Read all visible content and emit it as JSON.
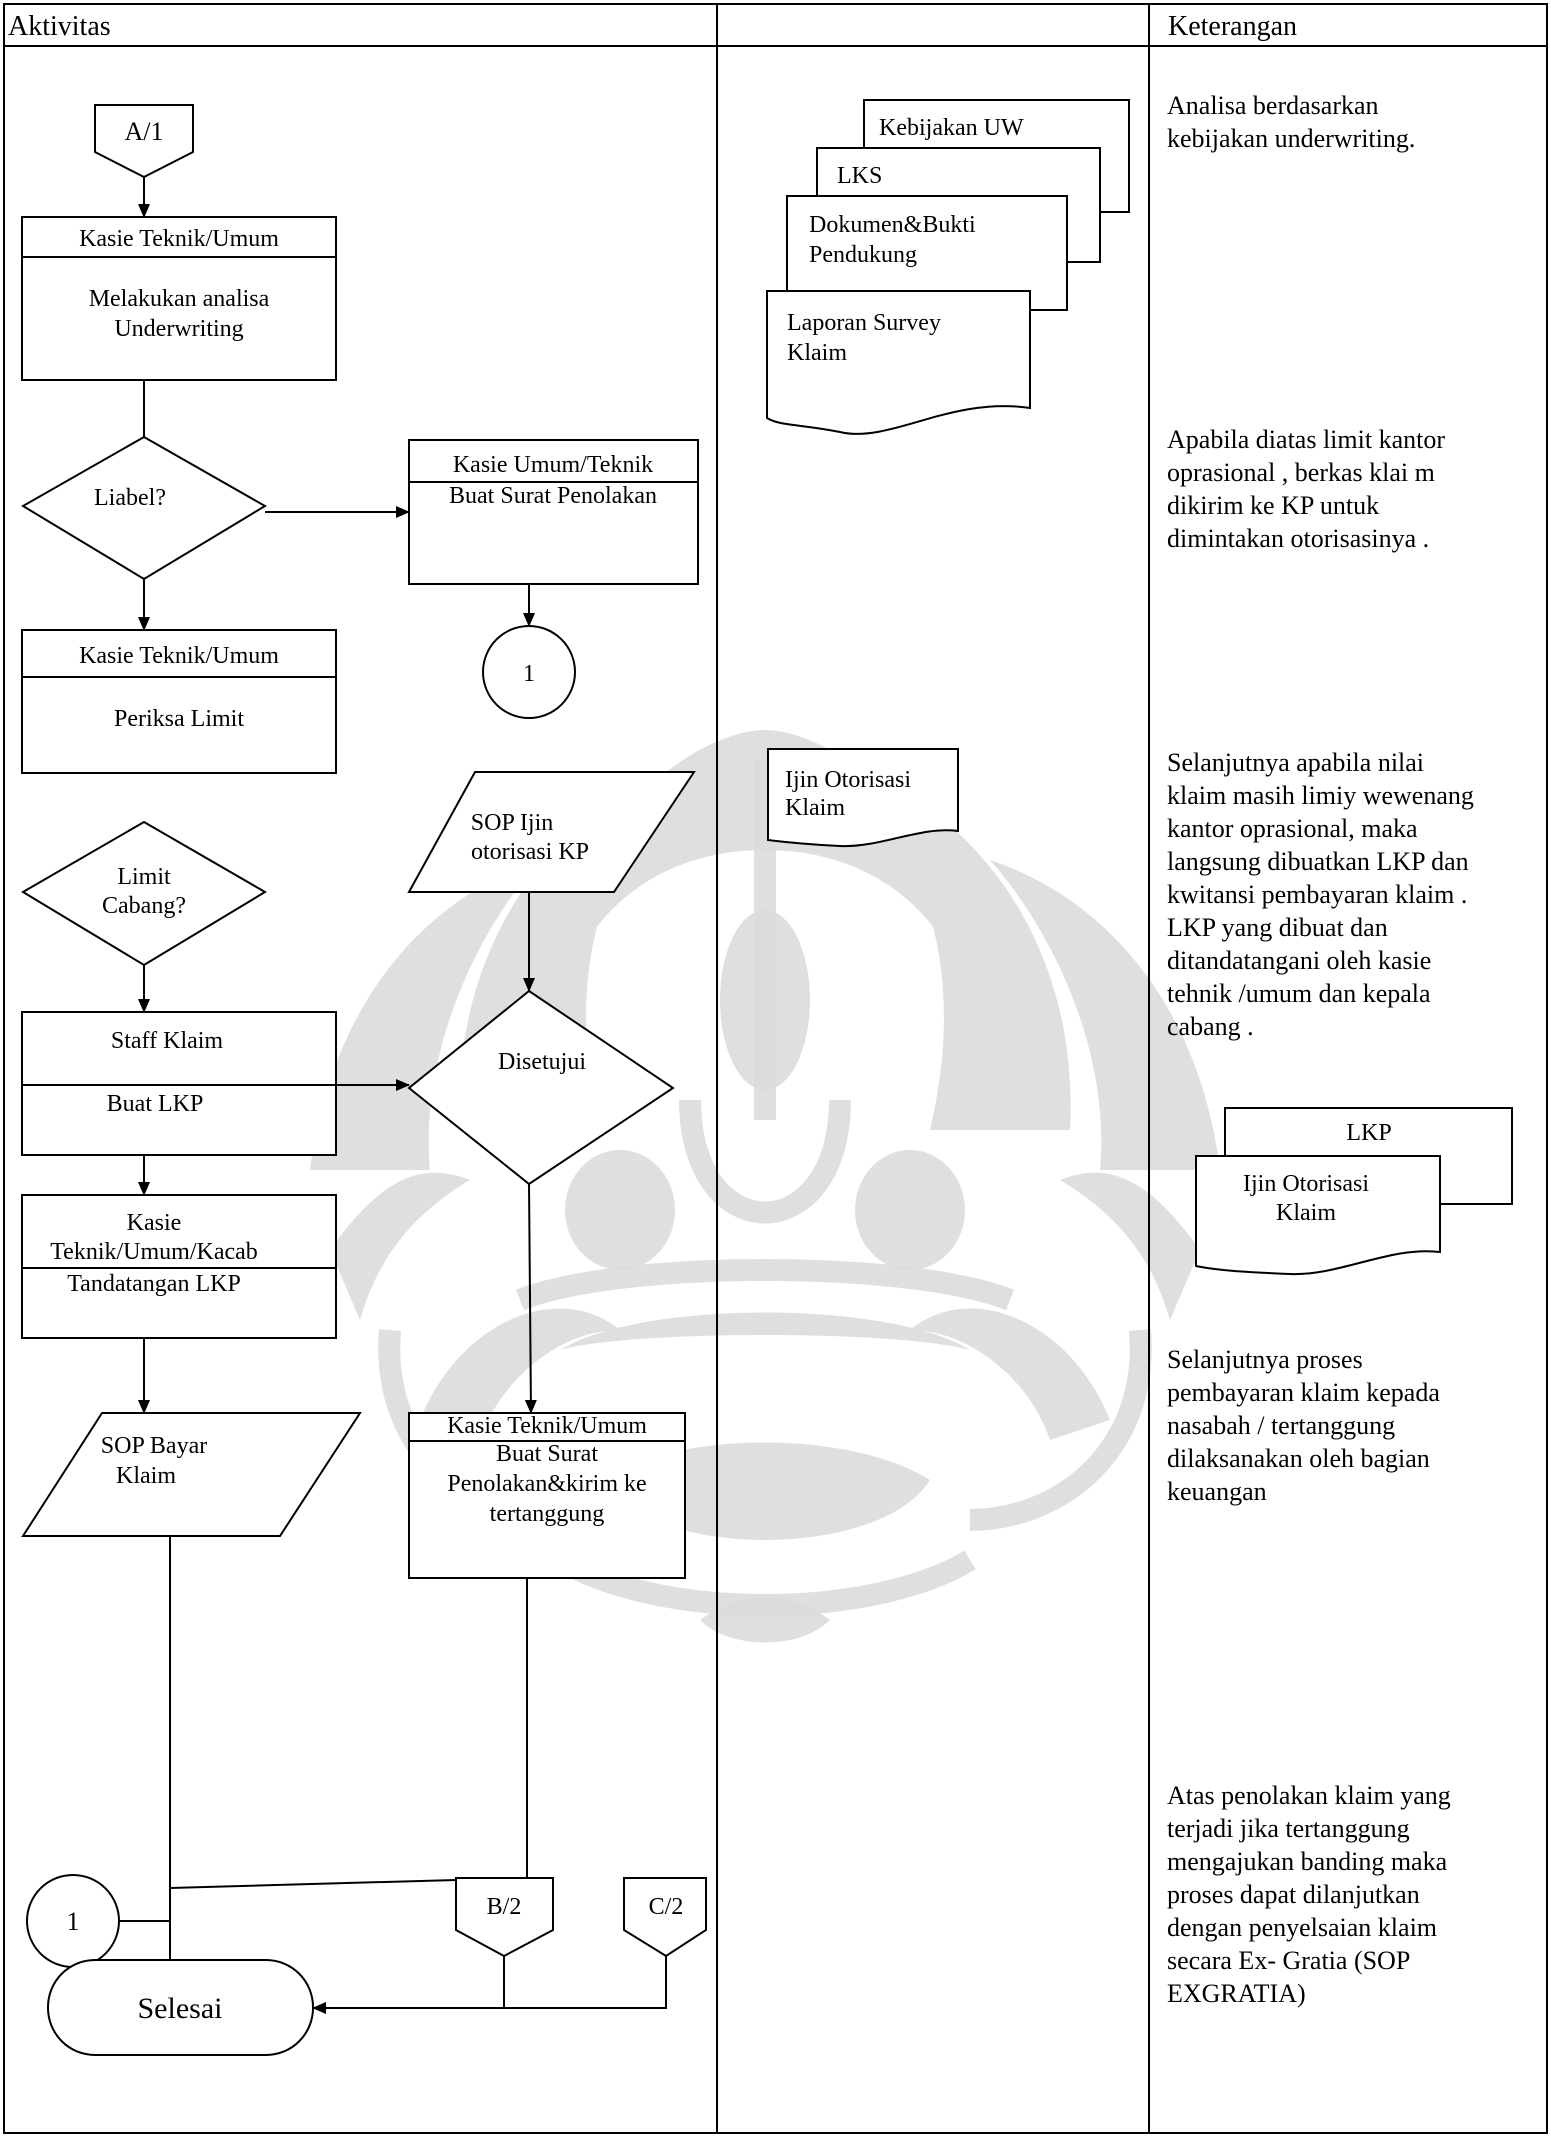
{
  "table": {
    "col_activity": "Aktivitas",
    "col_middle": "",
    "col_notes": "Keterangan"
  },
  "flow": {
    "start_connector": "A/1",
    "analysis": {
      "role": "Kasie Teknik/Umum",
      "task_line1": "Melakukan analisa",
      "task_line2": "Underwriting"
    },
    "decision_liable": "Liabel?",
    "rejection": {
      "role": "Kasie Umum/Teknik",
      "task": "Buat Surat Penolakan"
    },
    "connector_one": "1",
    "check_limit": {
      "role": "Kasie Teknik/Umum",
      "task": "Periksa Limit"
    },
    "sop_authorization": {
      "line1": "SOP Ijin",
      "line2": "otorisasi KP"
    },
    "decision_branch_limit": {
      "line1": "Limit",
      "line2": "Cabang?"
    },
    "staff_claim": {
      "role": "Staff Klaim",
      "task": "Buat LKP"
    },
    "decision_approved": "Disetujui",
    "sign_lkp": {
      "role_line1": "Kasie",
      "role_line2": "Teknik/Umum/Kacab",
      "task": "Tandatangan LKP"
    },
    "sop_payment": {
      "line1": "SOP Bayar",
      "line2": "Klaim"
    },
    "rejection_send": {
      "role": "Kasie Teknik/Umum",
      "task_line1": "Buat Surat",
      "task_line2": "Penolakan&kirim ke",
      "task_line3": "tertanggung"
    },
    "connector_one_bottom": "1",
    "connector_b2": "B/2",
    "connector_c2": "C/2",
    "end": "Selesai"
  },
  "documents": {
    "stack_top": [
      "Kebijakan UW",
      "LKS",
      "Dokumen&Bukti",
      "Pendukung",
      "Laporan Survey",
      "Klaim"
    ],
    "ijin_otorisasi": [
      "Ijin Otorisasi",
      "Klaim"
    ],
    "notes_stack": [
      "LKP",
      "Ijin Otorisasi",
      "Klaim"
    ]
  },
  "notes": {
    "note1": [
      "Analisa berdasarkan",
      "kebijakan underwriting."
    ],
    "note2": [
      "Apabila diatas limit kantor",
      "oprasional , berkas klai m",
      "dikirim ke KP  untuk",
      "dimintakan otorisasinya ."
    ],
    "note3": [
      "Selanjutnya apabila nilai",
      "klaim masih limiy wewenang",
      "kantor oprasional, maka",
      "langsung dibuatkan LKP dan",
      "kwitansi pembayaran klaim .",
      "LKP yang dibuat dan",
      "ditandatangani oleh kasie",
      "tehnik /umum dan kepala",
      "cabang ."
    ],
    "note4": [
      "Selanjutnya proses",
      "pembayaran klaim kepada",
      "nasabah / tertanggung",
      "dilaksanakan oleh bagian",
      "keuangan"
    ],
    "note5": [
      "Atas penolakan klaim yang",
      "terjadi jika tertanggung",
      "mengajukan banding maka",
      "proses dapat dilanjutkan",
      "dengan penyelsaian klaim",
      "secara Ex- Gratia (SOP",
      "EXGRATIA)"
    ]
  },
  "colors": {
    "line": "#000000",
    "watermark": "#d9d9d9",
    "background": "#ffffff"
  }
}
